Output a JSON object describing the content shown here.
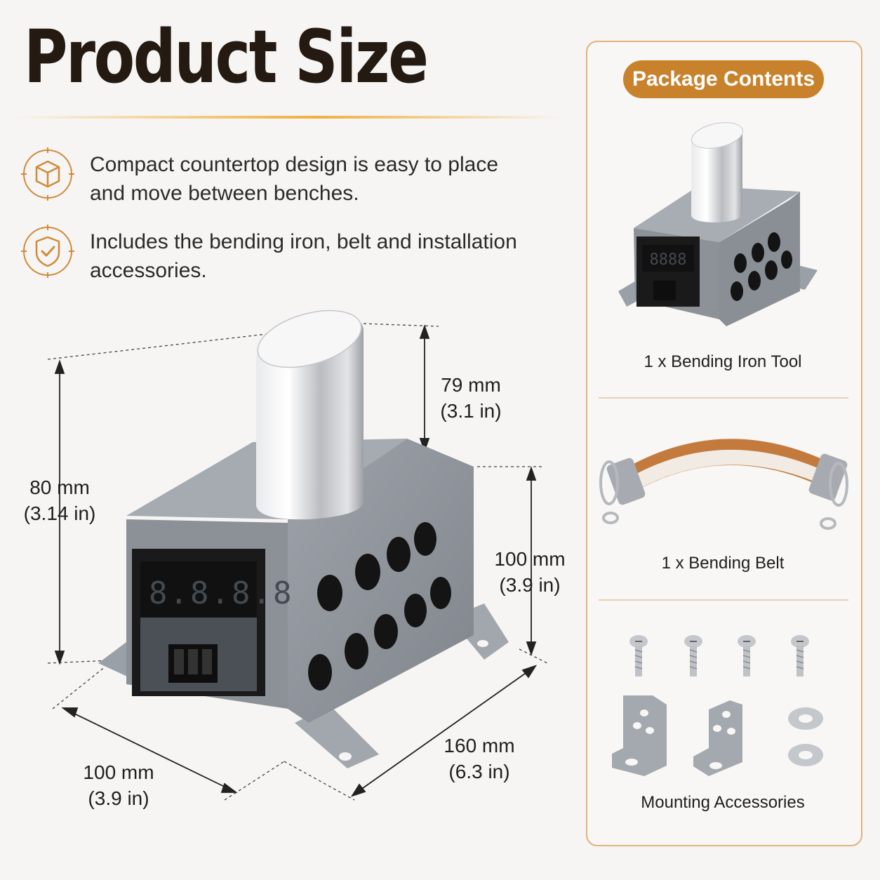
{
  "title": "Product Size",
  "features": [
    {
      "icon": "box-icon",
      "text": "Compact countertop design is easy to place and move between benches."
    },
    {
      "icon": "shield-check-icon",
      "text": "Includes the bending iron, belt and installation accessories."
    }
  ],
  "dimensions": {
    "height_total": {
      "mm": "80 mm",
      "in": "(3.14 in)"
    },
    "iron_height": {
      "mm": "79 mm",
      "in": "(3.1 in)"
    },
    "box_height": {
      "mm": "100 mm",
      "in": "(3.9 in)"
    },
    "box_width": {
      "mm": "100 mm",
      "in": "(3.9 in)"
    },
    "box_length": {
      "mm": "160 mm",
      "in": "(6.3 in)"
    }
  },
  "display_readout": "8.8.8.8",
  "package": {
    "heading": "Package Contents",
    "items": [
      {
        "caption": "1 x Bending Iron Tool"
      },
      {
        "caption": "1 x Bending Belt"
      },
      {
        "caption": "Mounting Accessories"
      }
    ]
  },
  "colors": {
    "accent": "#c9822c",
    "panel_border": "#e2b27a",
    "title": "#241a12",
    "body_gray": "#8e939a"
  }
}
